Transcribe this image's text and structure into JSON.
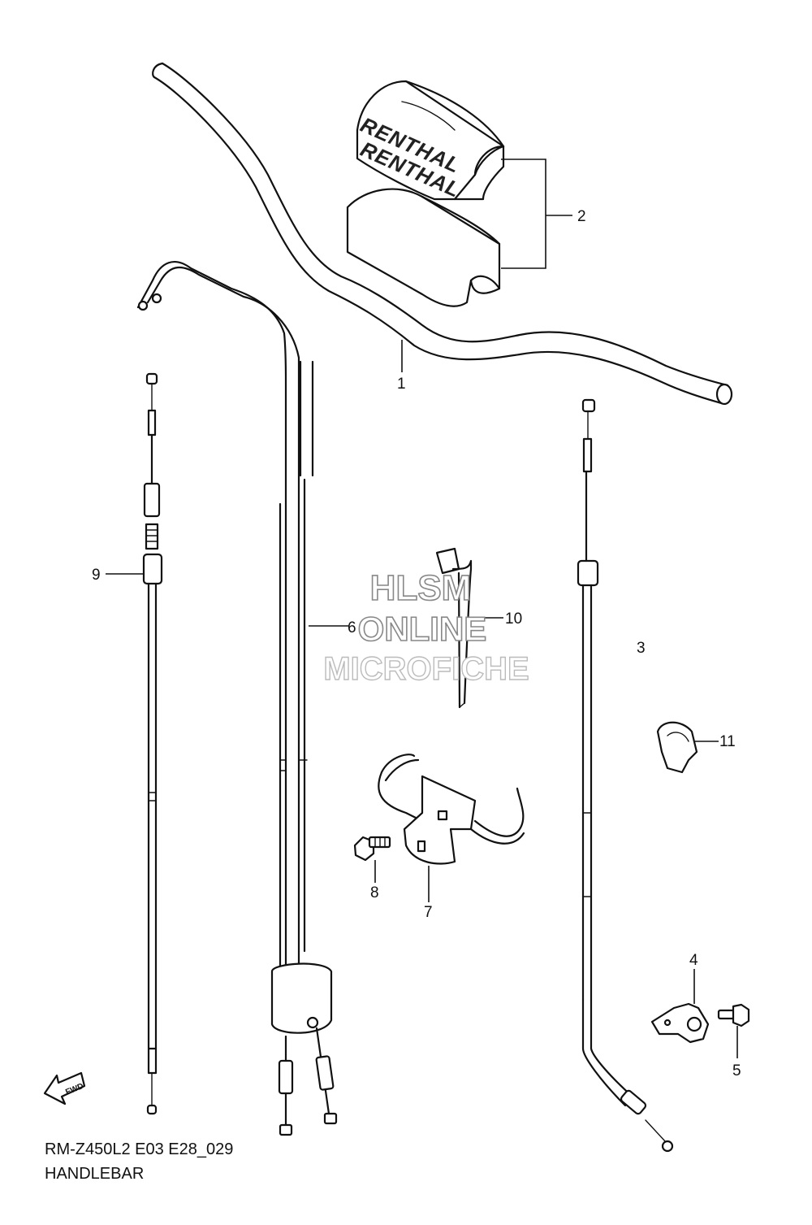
{
  "parts": [
    {
      "ref": "1"
    },
    {
      "ref": "2"
    },
    {
      "ref": "3"
    },
    {
      "ref": "4"
    },
    {
      "ref": "5"
    },
    {
      "ref": "6"
    },
    {
      "ref": "7"
    },
    {
      "ref": "8"
    },
    {
      "ref": "9"
    },
    {
      "ref": "10"
    },
    {
      "ref": "11"
    }
  ],
  "pad_brand": "RENTHAL",
  "fwd_label": "FWD",
  "watermark": {
    "line1": "HLSM",
    "line2": "ONLINE",
    "line3": "MICROFICHE"
  },
  "footer": {
    "code": "RM-Z450L2 E03 E28_029",
    "name": "HANDLEBAR"
  }
}
